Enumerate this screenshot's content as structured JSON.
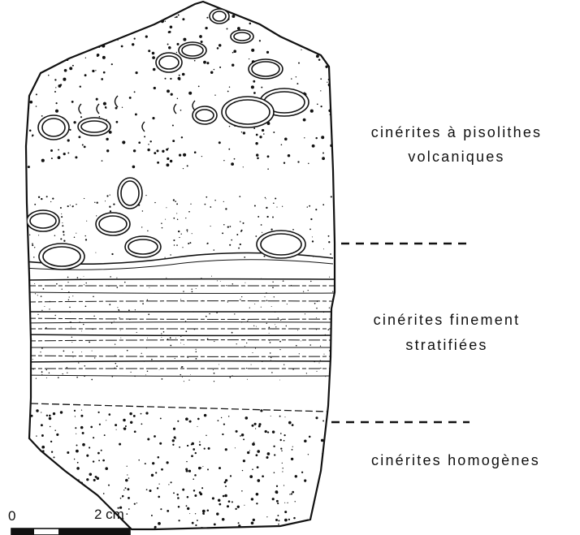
{
  "units": [
    {
      "line1": "cinérites à pisolithes",
      "line2": "volcaniques"
    },
    {
      "line1": "cinérites finement",
      "line2": "stratifiées"
    },
    {
      "line1": "cinérites homogènes",
      "line2": ""
    }
  ],
  "scale": {
    "zero": "0",
    "end": "2 cm"
  },
  "colors": {
    "ink": "#111111",
    "paper": "#ffffff"
  }
}
